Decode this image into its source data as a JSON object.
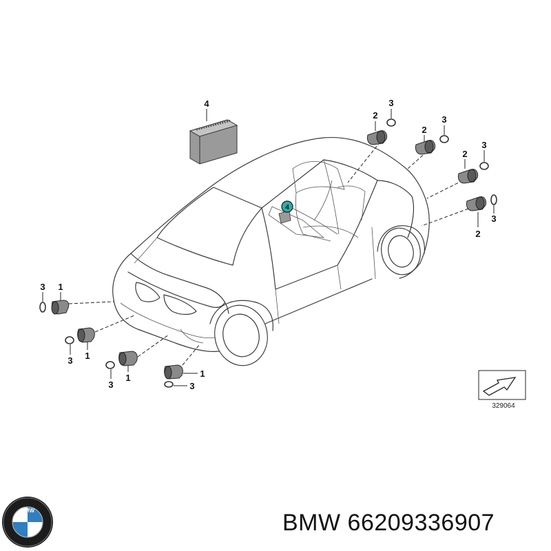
{
  "diagram": {
    "callouts": {
      "sensor": "1",
      "sensor_rear": "2",
      "ring": "3",
      "module": "4",
      "module_installed": "4"
    },
    "reference_number": "329064"
  },
  "caption": {
    "brand": "BMW",
    "part_number": "66209336907",
    "logo_lettering": "BMW"
  }
}
